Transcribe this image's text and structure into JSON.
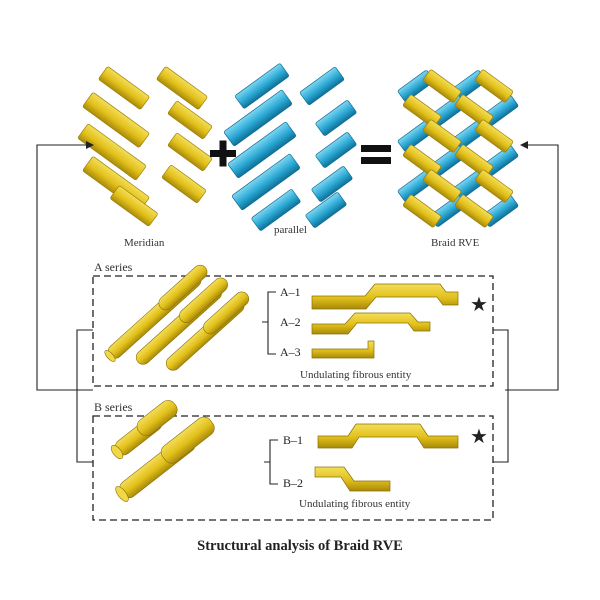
{
  "top_row": {
    "meridian_label": "Meridian",
    "parallel_label": "parallel",
    "rve_label": "Braid RVE",
    "plus_symbol": "+",
    "equals_symbol": "="
  },
  "series_a": {
    "heading": "A series",
    "items": [
      "A–1",
      "A–2",
      "A–3"
    ],
    "caption": "Undulating fibrous entity",
    "marker": "★"
  },
  "series_b": {
    "heading": "B series",
    "items": [
      "B–1",
      "B–2"
    ],
    "caption": "Undulating fibrous entity",
    "marker": "★"
  },
  "title": "Structural analysis of Braid RVE",
  "colors": {
    "yellow": "#e3c21a",
    "yellow_dark": "#9c8008",
    "blue": "#27a9d6",
    "blue_dark": "#0f6e94",
    "line": "#222222"
  }
}
